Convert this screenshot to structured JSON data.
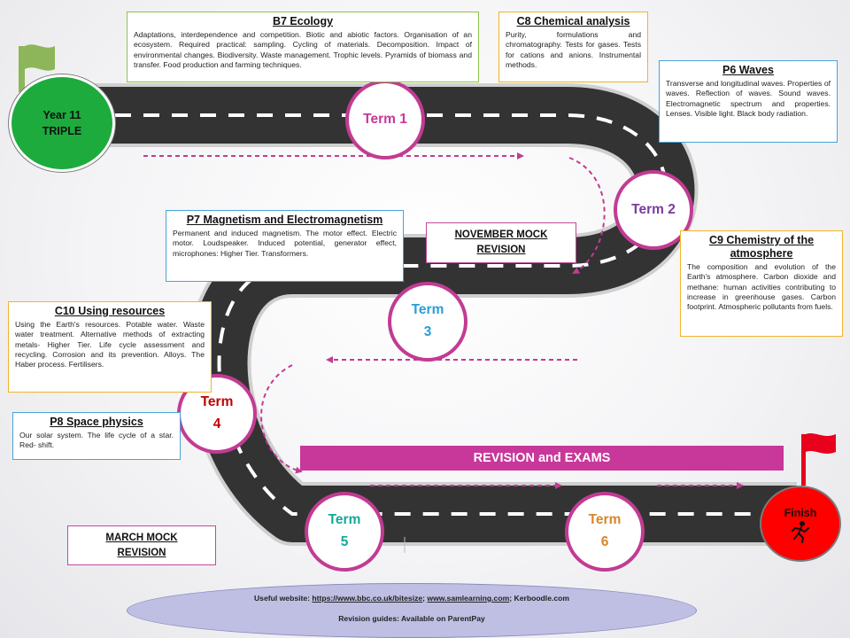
{
  "start": {
    "line1": "Year 11",
    "line2": "TRIPLE"
  },
  "finish": {
    "label": "Finish"
  },
  "terms": [
    {
      "line1": "Term 1",
      "line2": "",
      "color": "#c8379a"
    },
    {
      "line1": "Term 2",
      "line2": "",
      "color": "#7a3c9e"
    },
    {
      "line1": "Term",
      "line2": "3",
      "color": "#2a9fd6"
    },
    {
      "line1": "Term",
      "line2": "4",
      "color": "#c00000"
    },
    {
      "line1": "Term",
      "line2": "5",
      "color": "#14a89a"
    },
    {
      "line1": "Term",
      "line2": "6",
      "color": "#d8862b"
    }
  ],
  "boxes": {
    "b7": {
      "title": "B7 Ecology",
      "body": "Adaptations, interdependence and competition. Biotic and abiotic factors. Organisation of an ecosystem. Required practical: sampling. Cycling of materials. Decomposition. Impact of environmental changes. Biodiversity.  Waste management. Trophic levels. Pyramids of biomass and transfer. Food production and farming techniques."
    },
    "c8": {
      "title": "C8 Chemical analysis",
      "body": "Purity, formulations and chromatography. Tests for gases. Tests for cations and anions. Instrumental methods."
    },
    "p6": {
      "title": "P6 Waves",
      "body": "Transverse and longitudinal waves. Properties of waves. Reflection of waves. Sound waves. Electromagnetic spectrum and properties. Lenses. Visible light. Black body radiation."
    },
    "p7": {
      "title": "P7 Magnetism and Electromagnetism",
      "body": "Permanent and induced magnetism. The motor effect. Electric motor. Loudspeaker. Induced potential, generator effect, microphones: Higher Tier. Transformers."
    },
    "c9": {
      "title": "C9 Chemistry of the atmosphere",
      "body": "The composition and evolution of the Earth's atmosphere. Carbon dioxide and methane: human activities contributing to increase in greenhouse gases. Carbon footprint. Atmospheric pollutants from fuels."
    },
    "c10": {
      "title": "C10 Using resources",
      "body": "Using the Earth's resources. Potable water. Waste water treatment. Alternative methods of extracting metals- Higher Tier. Life cycle assessment and recycling. Corrosion and its prevention.  Alloys. The Haber process. Fertilisers."
    },
    "p8": {
      "title": "P8 Space physics",
      "body": "Our solar system. The life cycle of a star. Red- shift."
    }
  },
  "mocks": {
    "november": {
      "line1": "NOVEMBER MOCK",
      "line2": "REVISION"
    },
    "march": {
      "line1": "MARCH MOCK",
      "line2": "REVISION"
    }
  },
  "revision_bar": "REVISION and EXAMS",
  "footer": {
    "prefix": "Useful website: ",
    "link1": "https://www.bbc.co.uk/bitesize",
    "sep": "; ",
    "link2": "www.samlearning.com",
    "suffix": "; Kerboodle.com",
    "guides": "Revision guides: Available on ParentPay"
  },
  "colors": {
    "road": "#333333",
    "road_edge": "#cfcfcf",
    "lane": "#ffffff",
    "arrow": "#c23b93",
    "start_green": "#1dab3e",
    "finish_red": "#ff0000",
    "flag_green": "#8db65a",
    "flag_red": "#e8001c"
  }
}
